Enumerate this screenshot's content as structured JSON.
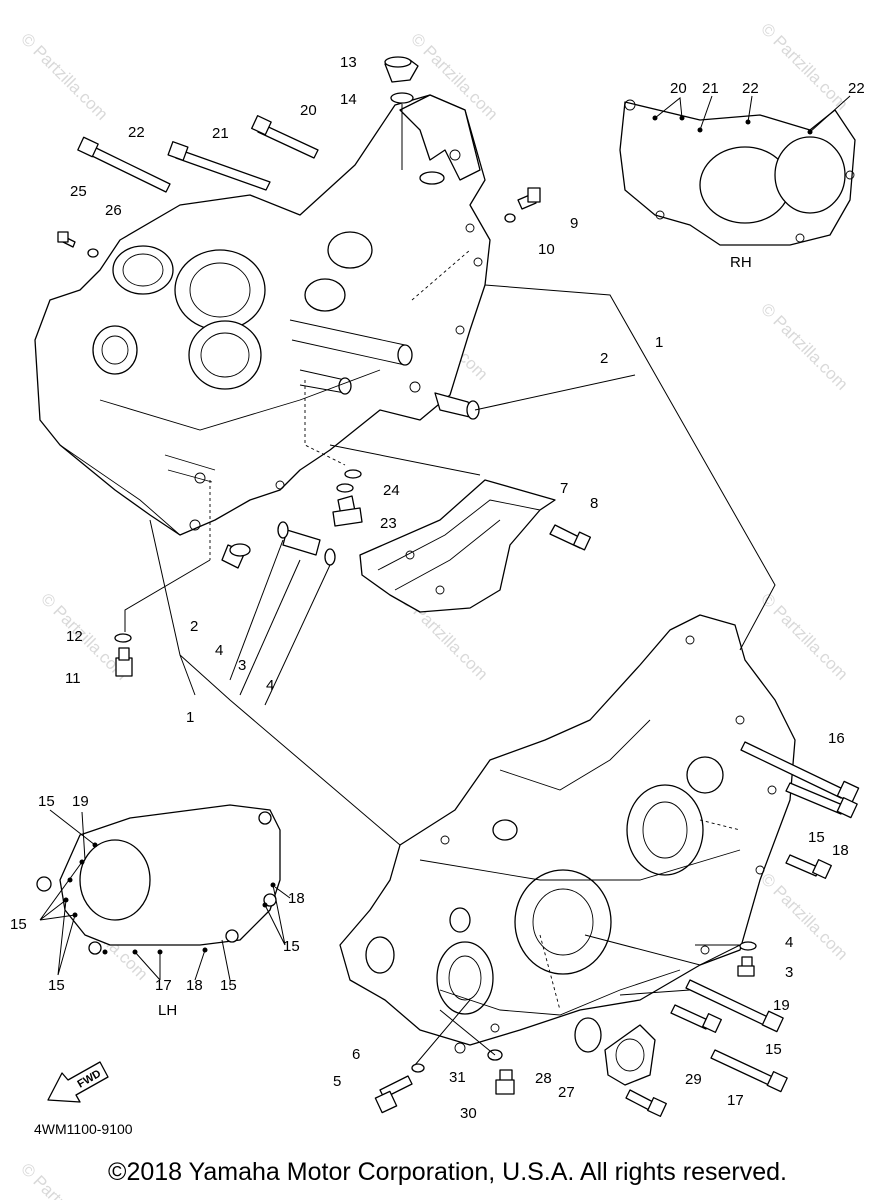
{
  "diagram": {
    "reference_code": "4WM1100-9100",
    "copyright": "©2018 Yamaha Motor Corporation, U.S.A. All rights reserved.",
    "fwd_label": "FWD",
    "rh_label": "RH",
    "lh_label": "LH",
    "watermark": "© Partzilla.com",
    "callouts": [
      "1",
      "2",
      "3",
      "4",
      "5",
      "6",
      "7",
      "8",
      "9",
      "10",
      "11",
      "12",
      "13",
      "14",
      "15",
      "16",
      "17",
      "18",
      "19",
      "20",
      "21",
      "22",
      "23",
      "24",
      "25",
      "26",
      "27",
      "28",
      "29",
      "30",
      "31"
    ],
    "rh_inset_callouts": [
      "20",
      "21",
      "22",
      "22"
    ],
    "lh_inset_callouts": [
      "15",
      "19",
      "15",
      "18",
      "15",
      "15",
      "17",
      "18",
      "15"
    ]
  }
}
